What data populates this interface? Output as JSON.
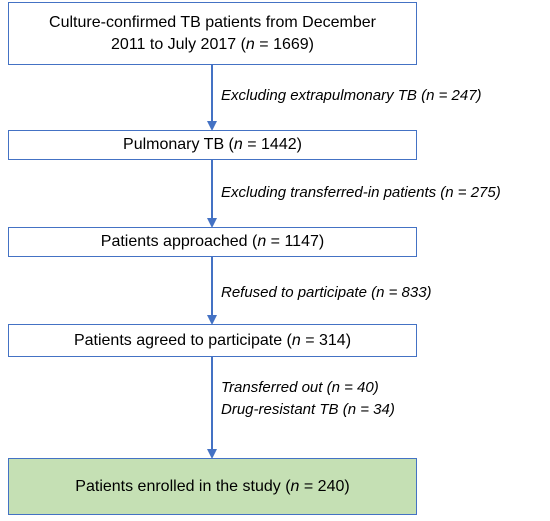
{
  "boxes": [
    {
      "lines": [
        {
          "pre": "Culture-confirmed TB patients from December",
          "n": "",
          "post": ""
        },
        {
          "pre": "2011 to July 2017 (",
          "n": "n",
          "post": " = 1669)"
        }
      ]
    },
    {
      "lines": [
        {
          "pre": "Pulmonary TB (",
          "n": "n",
          "post": " = 1442)"
        }
      ]
    },
    {
      "lines": [
        {
          "pre": "Patients approached (",
          "n": "n",
          "post": " = 1147)"
        }
      ]
    },
    {
      "lines": [
        {
          "pre": "Patients agreed to participate (",
          "n": "n",
          "post": " = 314)"
        }
      ]
    },
    {
      "lines": [
        {
          "pre": "Patients enrolled in the study (",
          "n": "n",
          "post": " = 240)"
        }
      ]
    }
  ],
  "steps": [
    {
      "lines": [
        "Excluding extrapulmonary TB (n = 247)"
      ]
    },
    {
      "lines": [
        "Excluding transferred-in patients (n = 275)"
      ]
    },
    {
      "lines": [
        "Refused to participate (n = 833)"
      ]
    },
    {
      "lines": [
        "Transferred out (n = 40)",
        "Drug-resistant TB (n = 34)"
      ]
    }
  ],
  "colors": {
    "border": "#4472c4",
    "arrow": "#4472c4",
    "final_fill": "#c5e0b4"
  }
}
